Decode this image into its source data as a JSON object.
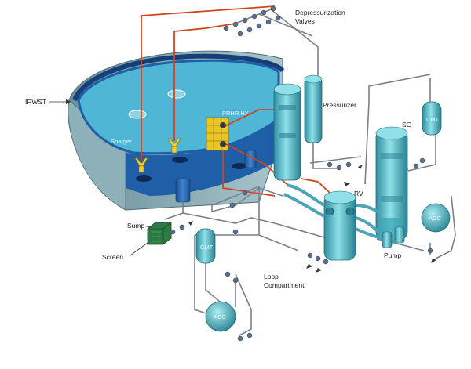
{
  "labels": {
    "depressurization_line1": "Depressurization",
    "depressurization_line2": "Valves",
    "irwst": "IRWST",
    "prhr_hx": "PRHR HX",
    "pressurizer": "Pressurizer",
    "sg": "SG",
    "cmt": "CMT",
    "sparger": "Sparger",
    "rv": "RV",
    "sump": "Sump",
    "screen": "Screen",
    "pump": "Pump",
    "loop_line1": "Loop",
    "loop_line2": "Compartment",
    "acc": "ACC"
  },
  "colors": {
    "water": "#4fb6d6",
    "water_dark": "#1f5fa8",
    "vessel": "#5ec3cf",
    "pipe_gray": "#7a7f88",
    "pipe_red": "#d2441a",
    "hx_yellow": "#e9c624",
    "screen_green": "#2e7a45"
  }
}
